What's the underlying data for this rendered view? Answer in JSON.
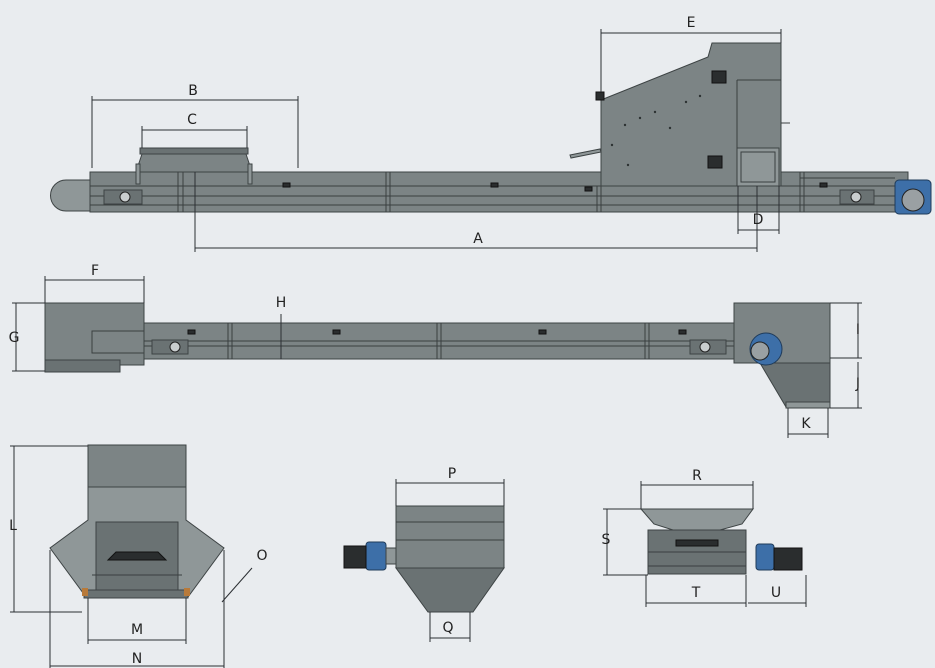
{
  "colors": {
    "background": "#e9ecef",
    "steel": "#7c8485",
    "steel_dark": "#6a7273",
    "motor_blue": "#3d6fa8",
    "dimension_line": "#2b2f33"
  },
  "labels": {
    "A": "A",
    "B": "B",
    "C": "C",
    "D": "D",
    "E": "E",
    "F": "F",
    "G": "G",
    "H": "H",
    "I": "I",
    "J": "J",
    "K": "K",
    "L": "L",
    "M": "M",
    "N": "N",
    "O": "O",
    "P": "P",
    "Q": "Q",
    "R": "R",
    "S": "S",
    "T": "T",
    "U": "U"
  }
}
